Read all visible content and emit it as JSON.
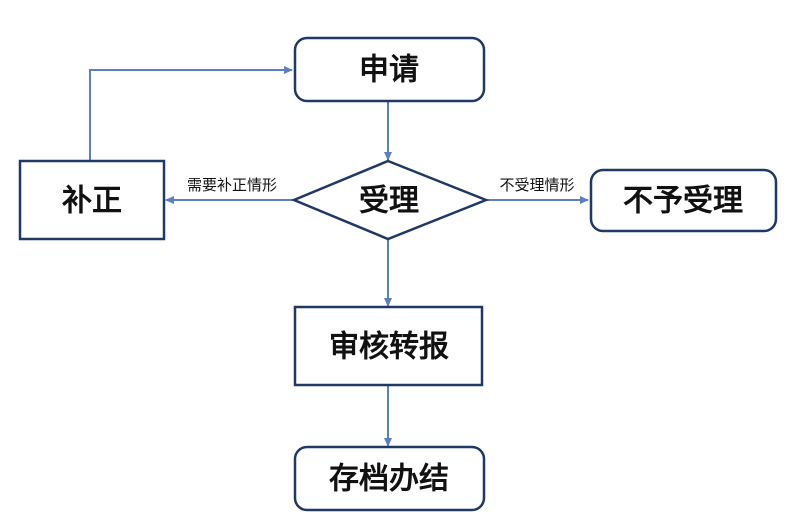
{
  "diagram": {
    "colors": {
      "stroke": "#1f3864",
      "arrow": "#5b7fc4",
      "text": "#111111"
    },
    "nodes": {
      "apply": "申请",
      "accept": "受理",
      "supplement": "补正",
      "reject": "不予受理",
      "review": "审核转报",
      "archive": "存档办结"
    },
    "edges": {
      "need_supplement": "需要补正情形",
      "not_accepted": "不受理情形"
    }
  }
}
